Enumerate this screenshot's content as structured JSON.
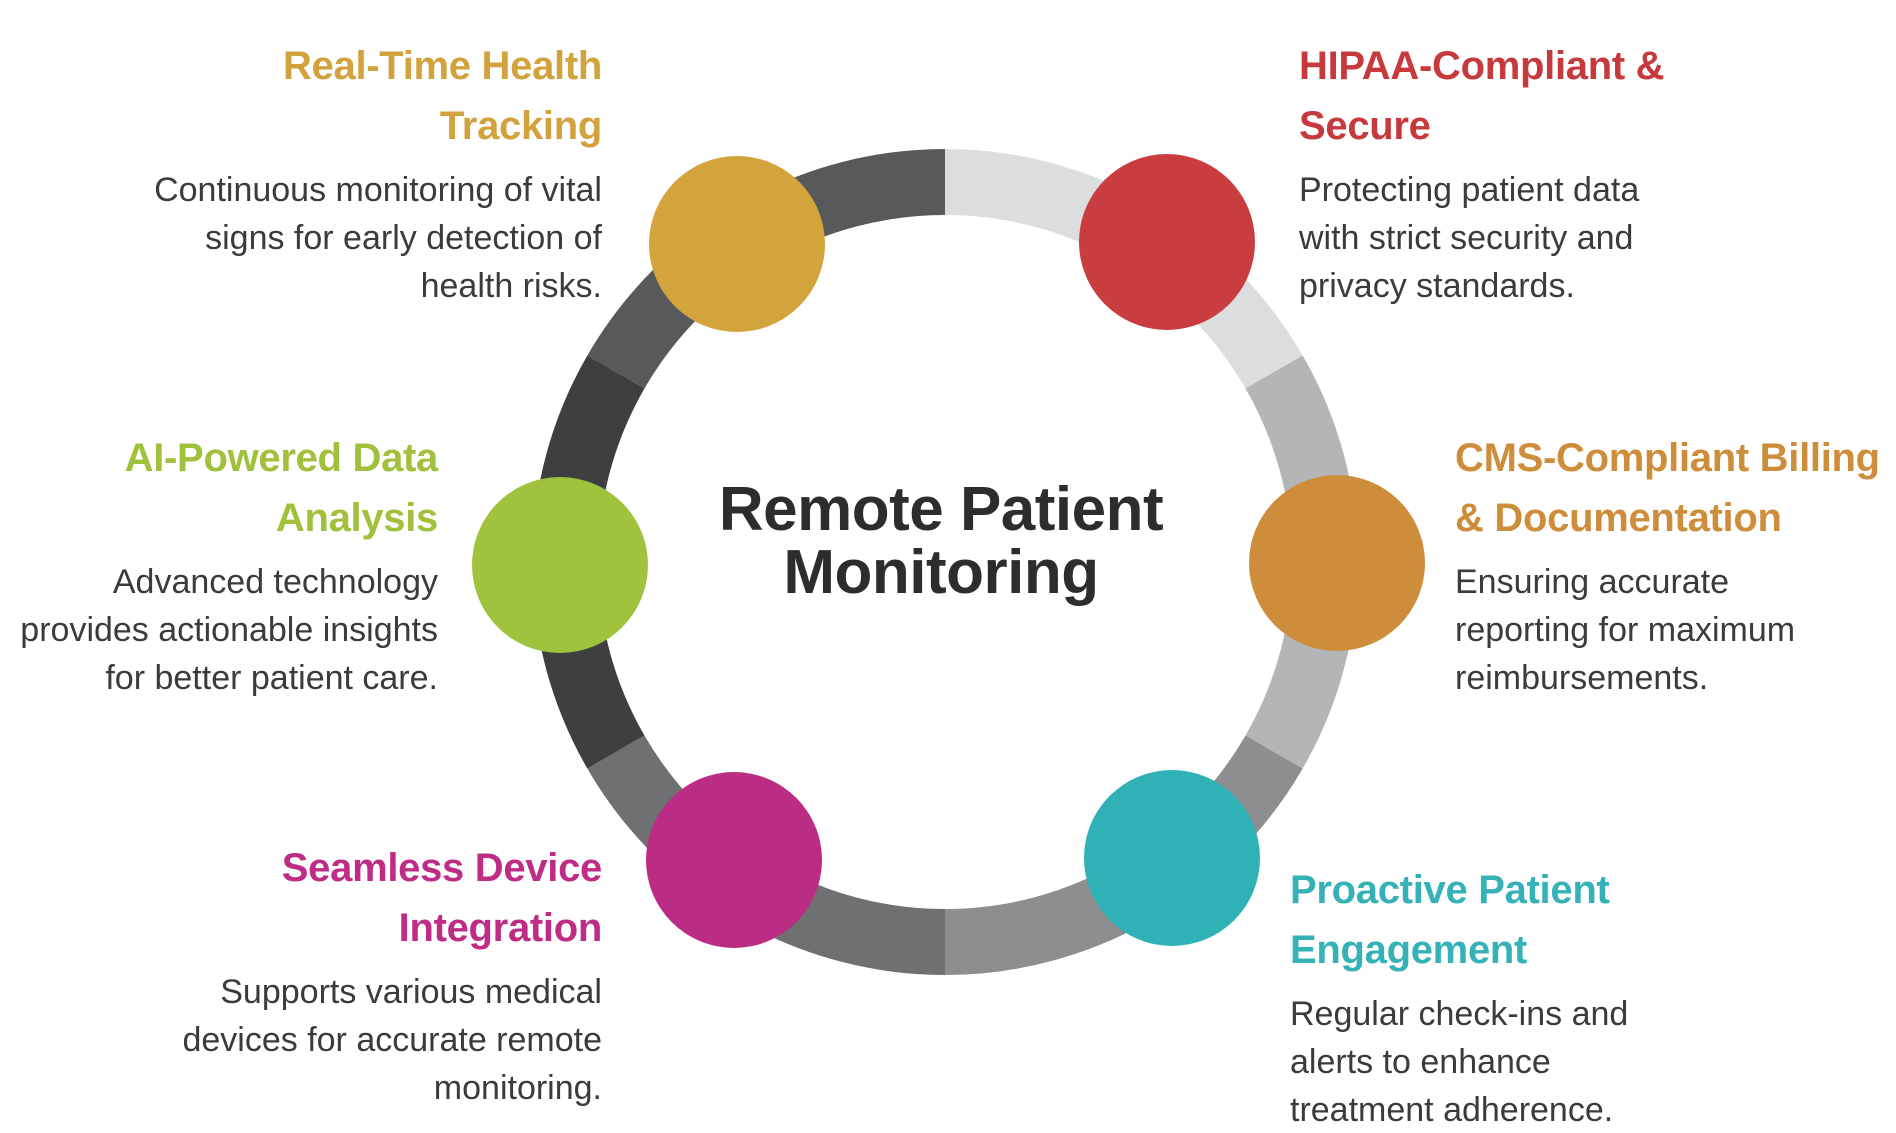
{
  "title": {
    "lines": [
      "Remote Patient",
      "Monitoring"
    ],
    "color": "#2C2D2F"
  },
  "body_text_color": "#3A3B3D",
  "background_color": "#FFFFFF",
  "ring": {
    "segments": [
      {
        "name": "gold-segment",
        "color": "#58595B"
      },
      {
        "name": "red-segment",
        "color": "#DCDDDE"
      },
      {
        "name": "orange-segment",
        "color": "#B4B5B7"
      },
      {
        "name": "teal-segment",
        "color": "#8D8E90"
      },
      {
        "name": "magenta-segment",
        "color": "#6F7072"
      },
      {
        "name": "green-segment",
        "color": "#3E3F41"
      }
    ]
  },
  "nodes": [
    {
      "id": "real-time-health-tracking",
      "accent": "#D3A43B",
      "heading": [
        "Real-Time Health",
        "Tracking"
      ],
      "body": [
        "Continuous monitoring of vital",
        "signs for early detection of",
        "health risks."
      ]
    },
    {
      "id": "hipaa-compliant-secure",
      "accent": "#C93C3F",
      "heading": [
        "HIPAA-Compliant &",
        "Secure"
      ],
      "body": [
        "Protecting patient data",
        "with strict security and",
        "privacy standards."
      ]
    },
    {
      "id": "cms-compliant-billing-documentation",
      "accent": "#CE8D3B",
      "heading": [
        "CMS-Compliant Billing",
        "& Documentation"
      ],
      "body": [
        "Ensuring accurate",
        "reporting for maximum",
        "reimbursements."
      ]
    },
    {
      "id": "proactive-patient-engagement",
      "accent": "#30B1B6",
      "heading": [
        "Proactive Patient",
        "Engagement"
      ],
      "body": [
        "Regular check-ins and",
        "alerts to enhance",
        "treatment adherence."
      ]
    },
    {
      "id": "seamless-device-integration",
      "accent": "#BB2C85",
      "heading": [
        "Seamless Device",
        "Integration"
      ],
      "body": [
        "Supports various medical",
        "devices for accurate remote",
        "monitoring."
      ]
    },
    {
      "id": "ai-powered-data-analysis",
      "accent": "#9FC33C",
      "heading": [
        "AI-Powered Data",
        "Analysis"
      ],
      "body": [
        "Advanced technology",
        "provides actionable insights",
        "for better patient care."
      ]
    }
  ]
}
